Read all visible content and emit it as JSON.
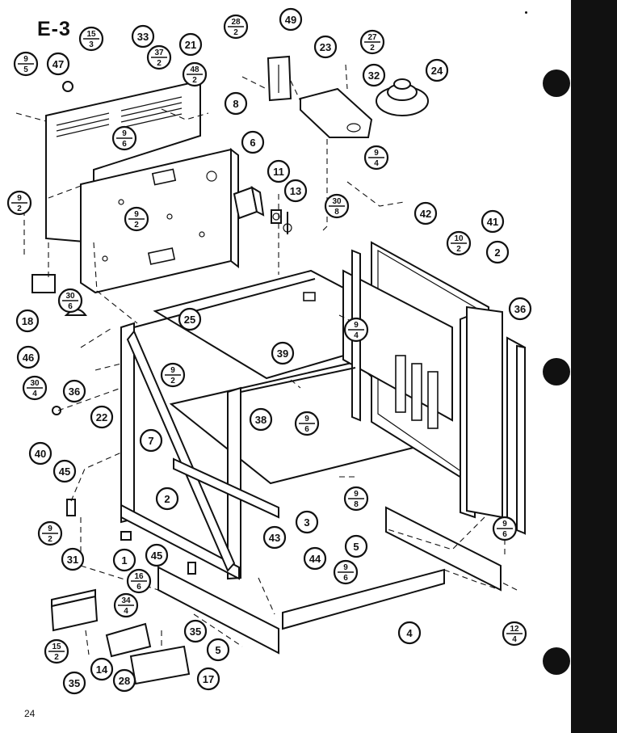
{
  "diagram": {
    "section_code": "E-3",
    "page_number": "24",
    "callouts_single": [
      {
        "label": "49"
      },
      {
        "label": "33"
      },
      {
        "label": "21"
      },
      {
        "label": "23"
      },
      {
        "label": "24"
      },
      {
        "label": "47"
      },
      {
        "label": "32"
      },
      {
        "label": "8"
      },
      {
        "label": "6"
      },
      {
        "label": "11"
      },
      {
        "label": "13"
      },
      {
        "label": "42"
      },
      {
        "label": "41"
      },
      {
        "label": "2"
      },
      {
        "label": "18"
      },
      {
        "label": "46"
      },
      {
        "label": "25"
      },
      {
        "label": "39"
      },
      {
        "label": "36"
      },
      {
        "label": "36"
      },
      {
        "label": "22"
      },
      {
        "label": "38"
      },
      {
        "label": "7"
      },
      {
        "label": "40"
      },
      {
        "label": "45"
      },
      {
        "label": "2"
      },
      {
        "label": "3"
      },
      {
        "label": "5"
      },
      {
        "label": "43"
      },
      {
        "label": "44"
      },
      {
        "label": "1"
      },
      {
        "label": "45"
      },
      {
        "label": "31"
      },
      {
        "label": "35"
      },
      {
        "label": "4"
      },
      {
        "label": "5"
      },
      {
        "label": "14"
      },
      {
        "label": "28"
      },
      {
        "label": "17"
      },
      {
        "label": "35"
      }
    ],
    "callouts_fraction": [
      {
        "top": "15",
        "bottom": "3"
      },
      {
        "top": "28",
        "bottom": "2"
      },
      {
        "top": "27",
        "bottom": "2"
      },
      {
        "top": "9",
        "bottom": "5"
      },
      {
        "top": "37",
        "bottom": "2"
      },
      {
        "top": "48",
        "bottom": "2"
      },
      {
        "top": "9",
        "bottom": "6"
      },
      {
        "top": "9",
        "bottom": "4"
      },
      {
        "top": "9",
        "bottom": "2"
      },
      {
        "top": "30",
        "bottom": "8"
      },
      {
        "top": "9",
        "bottom": "2"
      },
      {
        "top": "10",
        "bottom": "2"
      },
      {
        "top": "30",
        "bottom": "6"
      },
      {
        "top": "9",
        "bottom": "4"
      },
      {
        "top": "30",
        "bottom": "4"
      },
      {
        "top": "9",
        "bottom": "2"
      },
      {
        "top": "9",
        "bottom": "6"
      },
      {
        "top": "9",
        "bottom": "8"
      },
      {
        "top": "9",
        "bottom": "2"
      },
      {
        "top": "9",
        "bottom": "6"
      },
      {
        "top": "9",
        "bottom": "6"
      },
      {
        "top": "16",
        "bottom": "6"
      },
      {
        "top": "34",
        "bottom": "4"
      },
      {
        "top": "15",
        "bottom": "2"
      },
      {
        "top": "12",
        "bottom": "4"
      }
    ]
  }
}
